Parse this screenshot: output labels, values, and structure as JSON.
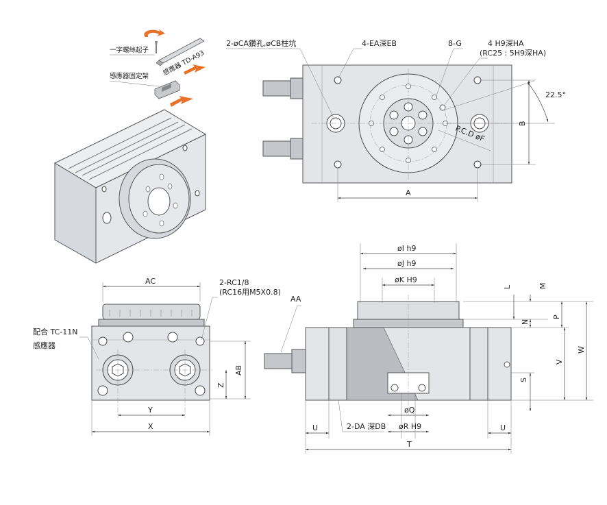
{
  "iso_view": {
    "screwdriver_label": "一字螺絲起子",
    "sensor_label": "感應器 TD-A93",
    "bracket_label": "感應器固定架"
  },
  "top_view": {
    "callout_ca_cb": "2-øCA鑽孔,øCB柱坑",
    "callout_ea_eb": "4-EA深EB",
    "callout_g": "8-G",
    "callout_ha_1": "4 H9深HA",
    "callout_ha_2": "(RC25 : 5H9深HA)",
    "angle": "22.5°",
    "pcd": "P.C.D øF",
    "dim_a": "A",
    "dim_b": "B"
  },
  "front_view": {
    "dim_ac": "AC",
    "callout_rc_1": "2-RC1/8",
    "callout_rc_2": "(RC16用M5X0.8)",
    "mate_label": "配合 TC-11N",
    "sensor_label": "感應器",
    "dim_ab": "AB",
    "dim_z": "Z",
    "dim_y": "Y",
    "dim_x": "X"
  },
  "side_view": {
    "dim_aa": "AA",
    "dim_i": "øI h9",
    "dim_j": "øJ h9",
    "dim_k": "øK H9",
    "dim_l": "L",
    "dim_m": "M",
    "dim_n": "N",
    "dim_p": "P",
    "dim_v": "V",
    "dim_w": "W",
    "dim_s": "S",
    "dim_q": "øQ",
    "dim_r": "øR H9",
    "dim_da": "2-DA 深DB",
    "dim_u_left": "U",
    "dim_u_right": "U",
    "dim_t": "T"
  },
  "colors": {
    "accent_arrow": "#e8722a",
    "body": "#e3e5e8",
    "line": "#444444"
  }
}
